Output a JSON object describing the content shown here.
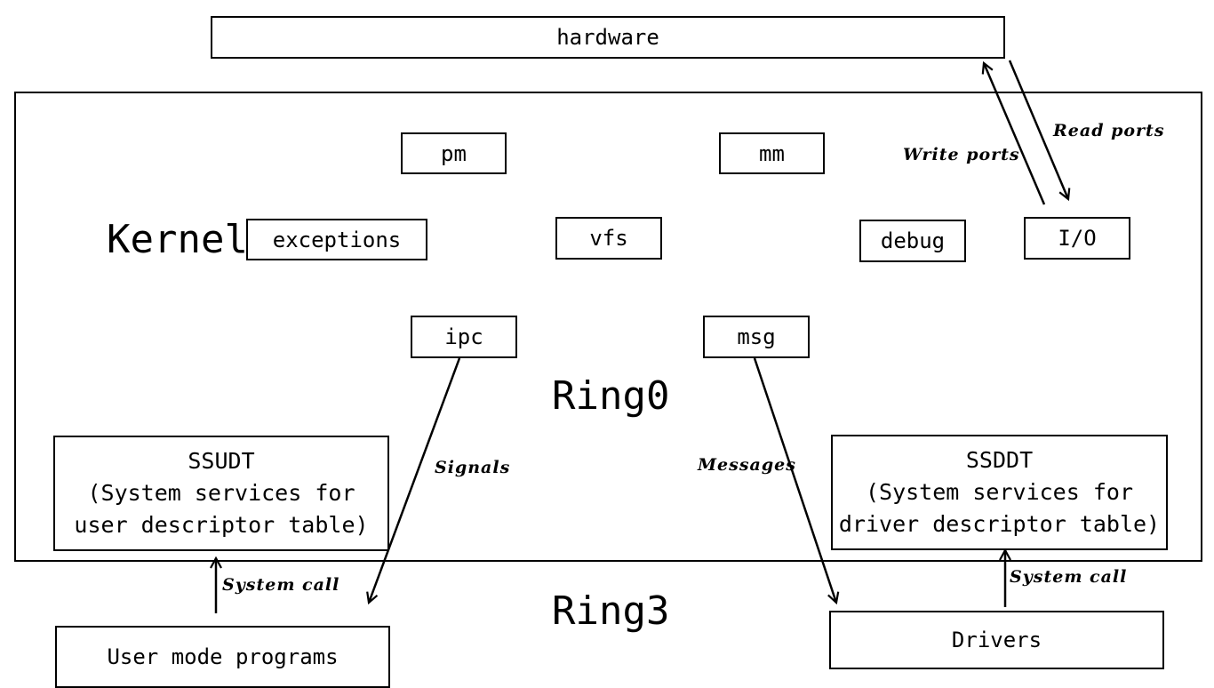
{
  "diagram": {
    "hardware": "hardware",
    "kernel_title": "Kernel",
    "ring0_title": "Ring0",
    "ring3_title": "Ring3",
    "modules": {
      "pm": "pm",
      "mm": "mm",
      "exceptions": "exceptions",
      "vfs": "vfs",
      "debug": "debug",
      "io": "I/O",
      "ipc": "ipc",
      "msg": "msg"
    },
    "ssudt": {
      "line1": "SSUDT",
      "line2": "(System services for",
      "line3": "user descriptor table)"
    },
    "ssddt": {
      "line1": "SSDDT",
      "line2": "(System services for",
      "line3": "driver descriptor table)"
    },
    "user_programs": "User mode programs",
    "drivers": "Drivers",
    "edge_labels": {
      "read_ports": "Read ports",
      "write_ports": "Write ports",
      "signals": "Signals",
      "messages": "Messages",
      "system_call_user": "System call",
      "system_call_driver": "System call"
    }
  }
}
